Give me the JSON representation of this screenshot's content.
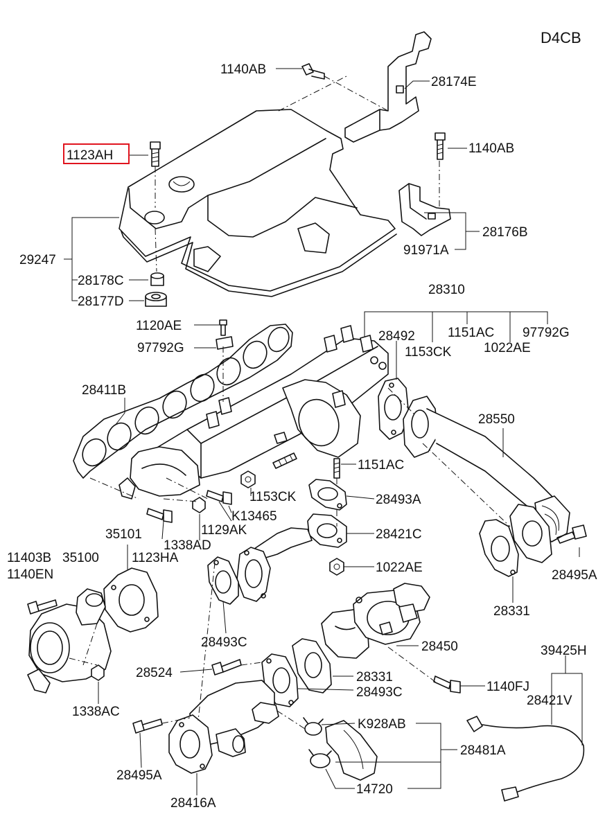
{
  "engine_code": "D4CB",
  "highlighted_part": "1123AH",
  "labels": {
    "l_1140AB_top": "1140AB",
    "l_28174E": "28174E",
    "l_1123AH": "1123AH",
    "l_1140AB_right": "1140AB",
    "l_28176B": "28176B",
    "l_91971A": "91971A",
    "l_29247": "29247",
    "l_28178C": "28178C",
    "l_28177D": "28177D",
    "l_28310": "28310",
    "l_1120AE": "1120AE",
    "l_28492": "28492",
    "l_1151AC_top": "1151AC",
    "l_97792G_right": "97792G",
    "l_97792G_left": "97792G",
    "l_1153CK_top": "1153CK",
    "l_1022AE_top": "1022AE",
    "l_28411B": "28411B",
    "l_28550": "28550",
    "l_1151AC_mid": "1151AC",
    "l_1153CK_mid": "1153CK",
    "l_28493A": "28493A",
    "l_K13465": "K13465",
    "l_1129AK": "1129AK",
    "l_35101": "35101",
    "l_1338AD": "1338AD",
    "l_28421C": "28421C",
    "l_11403B": "11403B",
    "l_35100": "35100",
    "l_1123HA": "1123HA",
    "l_1140EN": "1140EN",
    "l_1022AE_mid": "1022AE",
    "l_28495A_right": "28495A",
    "l_28331_right": "28331",
    "l_28493C_left": "28493C",
    "l_28450": "28450",
    "l_39425H": "39425H",
    "l_28524": "28524",
    "l_28331_mid": "28331",
    "l_28493C_mid": "28493C",
    "l_1140FJ": "1140FJ",
    "l_28421V": "28421V",
    "l_1338AC": "1338AC",
    "l_K928AB": "K928AB",
    "l_28481A": "28481A",
    "l_28495A_left": "28495A",
    "l_14720": "14720",
    "l_28416A": "28416A"
  }
}
